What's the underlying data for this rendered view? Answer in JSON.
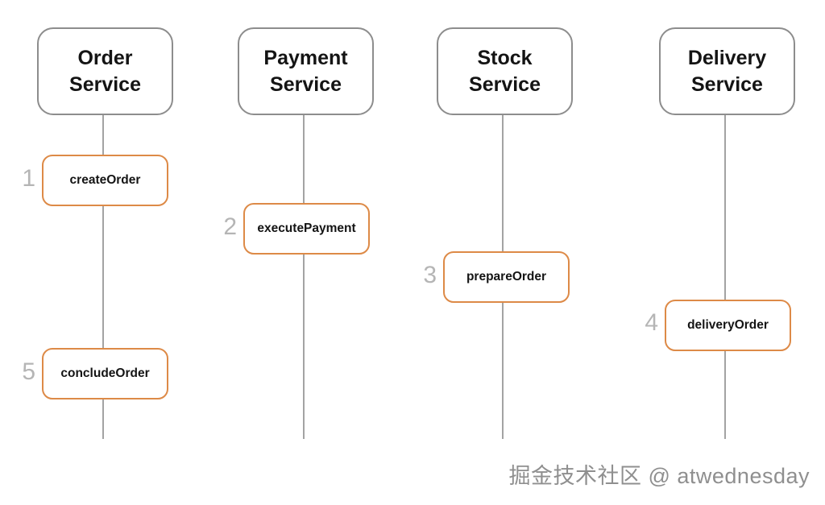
{
  "diagram": {
    "services": [
      {
        "id": "order-service",
        "name": "Order\nService"
      },
      {
        "id": "payment-service",
        "name": "Payment\nService"
      },
      {
        "id": "stock-service",
        "name": "Stock\nService"
      },
      {
        "id": "delivery-service",
        "name": "Delivery\nService"
      }
    ],
    "steps": [
      {
        "number": "1",
        "label": "createOrder",
        "service": "Order Service"
      },
      {
        "number": "2",
        "label": "executePayment",
        "service": "Payment Service"
      },
      {
        "number": "3",
        "label": "prepareOrder",
        "service": "Stock Service"
      },
      {
        "number": "4",
        "label": "deliveryOrder",
        "service": "Delivery Service"
      },
      {
        "number": "5",
        "label": "concludeOrder",
        "service": "Order Service"
      }
    ]
  },
  "watermark": {
    "text": "掘金技术社区 @ atwednesday"
  },
  "colors": {
    "step_border_orange": "#dd8a47",
    "service_border_gray": "#8d8d8d",
    "lifeline_gray": "#a3a3a3",
    "step_number_gray": "#b5b5b5",
    "watermark_gray": "#8f8f8f",
    "text_black": "#141414",
    "background": "#ffffff"
  }
}
